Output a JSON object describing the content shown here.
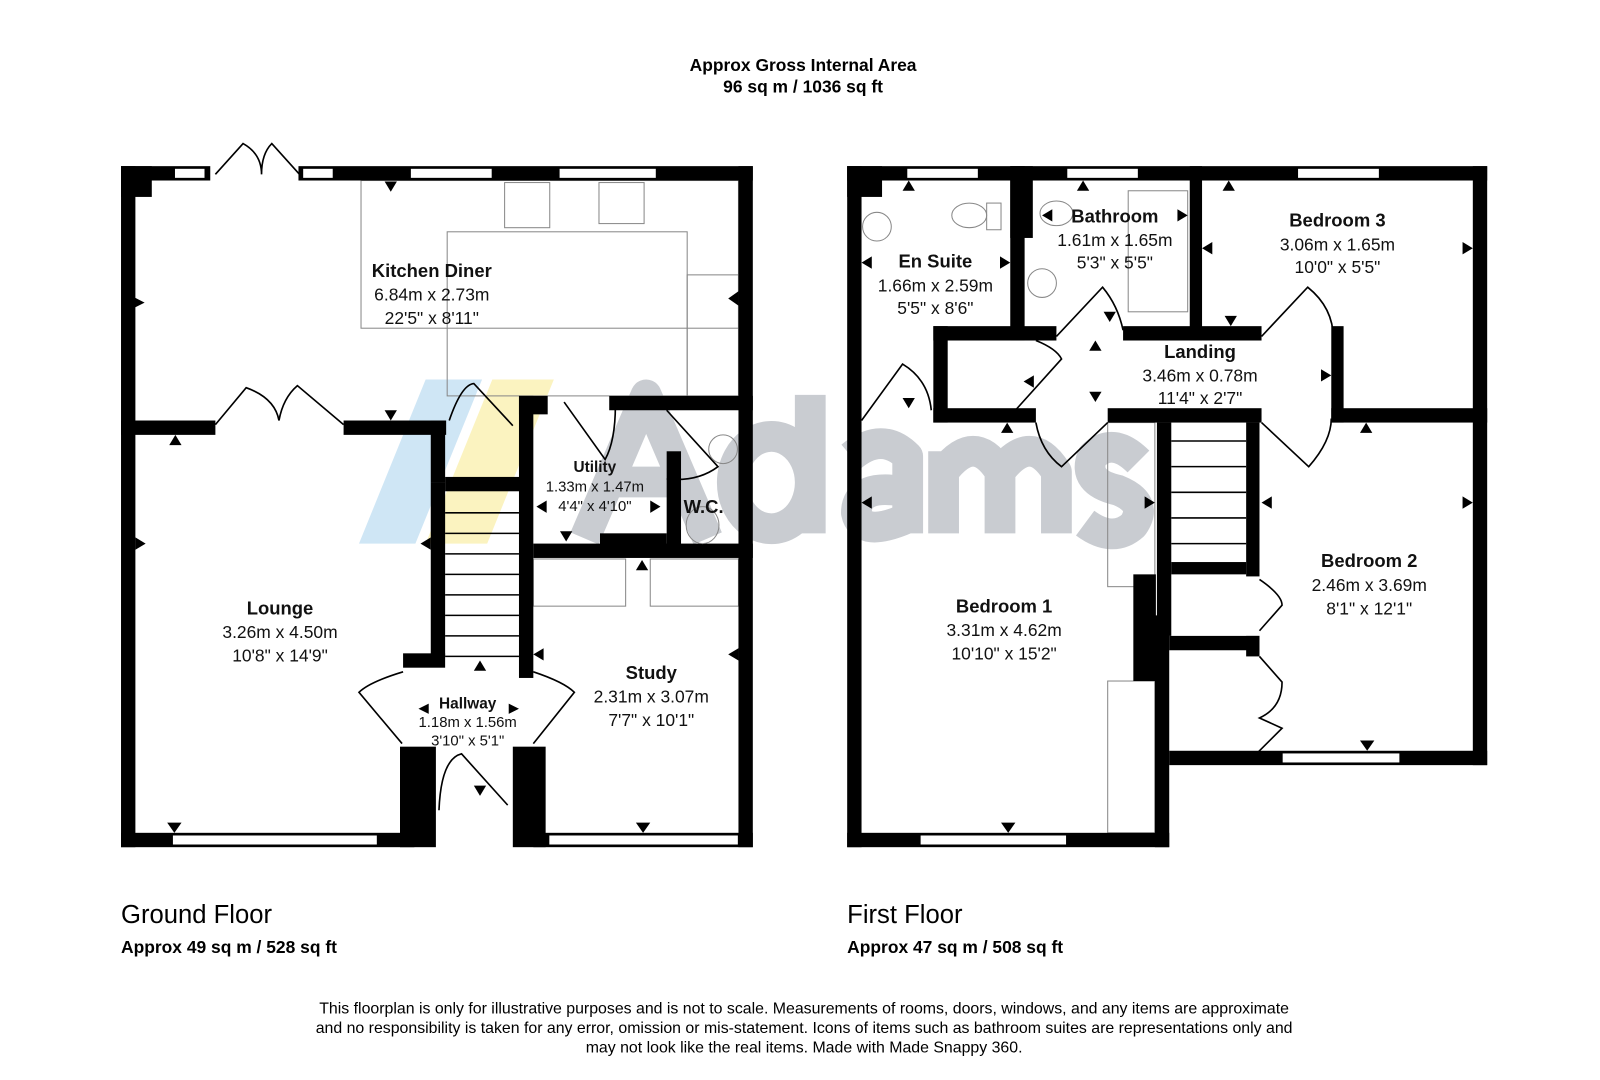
{
  "header": {
    "title": "Approx Gross Internal Area",
    "subtitle": "96 sq m / 1036 sq ft"
  },
  "watermark": {
    "text": "Adams",
    "colors": {
      "blue": "#cfe6f5",
      "yellow": "#fbf3c0",
      "gray": "#c9ccd1"
    }
  },
  "ground_floor": {
    "label": "Ground Floor",
    "area": "Approx 49 sq m / 528 sq ft",
    "rooms": [
      {
        "name": "Kitchen Diner",
        "metric": "6.84m x 2.73m",
        "imperial": "22'5\" x 8'11\""
      },
      {
        "name": "Lounge",
        "metric": "3.26m x 4.50m",
        "imperial": "10'8\" x 14'9\""
      },
      {
        "name": "Utility",
        "metric": "1.33m x 1.47m",
        "imperial": "4'4\" x 4'10\""
      },
      {
        "name": "W.C."
      },
      {
        "name": "Hallway",
        "metric": "1.18m x 1.56m",
        "imperial": "3'10\" x 5'1\""
      },
      {
        "name": "Study",
        "metric": "2.31m x 3.07m",
        "imperial": "7'7\" x 10'1\""
      }
    ]
  },
  "first_floor": {
    "label": "First Floor",
    "area": "Approx 47 sq m / 508 sq ft",
    "rooms": [
      {
        "name": "En Suite",
        "metric": "1.66m x 2.59m",
        "imperial": "5'5\" x 8'6\""
      },
      {
        "name": "Bathroom",
        "metric": "1.61m x 1.65m",
        "imperial": "5'3\" x 5'5\""
      },
      {
        "name": "Bedroom 3",
        "metric": "3.06m x 1.65m",
        "imperial": "10'0\" x 5'5\""
      },
      {
        "name": "Landing",
        "metric": "3.46m x 0.78m",
        "imperial": "11'4\" x 2'7\""
      },
      {
        "name": "Bedroom 1",
        "metric": "3.31m x 4.62m",
        "imperial": "10'10\" x 15'2\""
      },
      {
        "name": "Bedroom 2",
        "metric": "2.46m x 3.69m",
        "imperial": "8'1\" x 12'1\""
      }
    ]
  },
  "disclaimer": [
    "This floorplan is only for illustrative purposes and is not to scale. Measurements of rooms, doors, windows, and any items are approximate",
    "and no responsibility is taken for any error, omission or mis-statement. Icons of items such as bathroom suites are representations only and",
    "may not look like the real items. Made with Made Snappy 360."
  ]
}
